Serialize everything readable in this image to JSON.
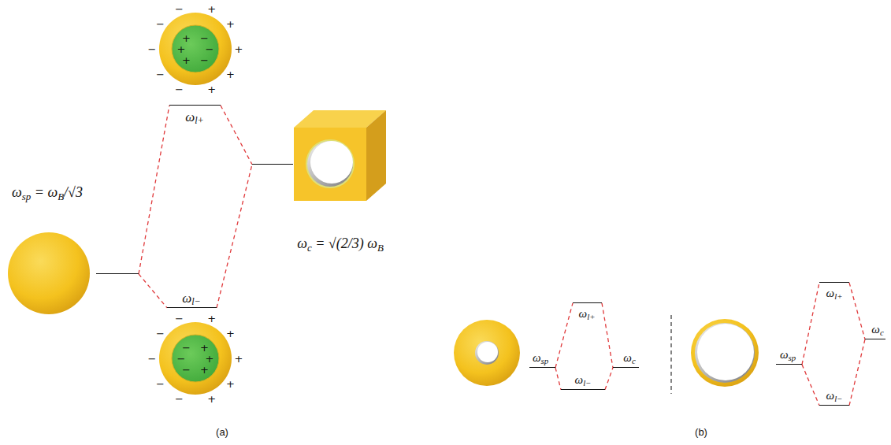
{
  "diagram": {
    "nodes": [
      {
        "text": [
          "ωsp = ωB/√3"
        ]
      },
      {
        "text": [
          "ωl+"
        ]
      },
      {
        "text": [
          "ωl−"
        ]
      },
      {
        "text": [
          "ωc = √(2/3) ωB"
        ]
      },
      {
        "text": [
          "ωsp"
        ]
      },
      {
        "text": [
          "ωl+"
        ]
      },
      {
        "text": [
          "ωl−"
        ]
      },
      {
        "text": [
          "ωc"
        ]
      },
      {
        "text": [
          "ωsp"
        ]
      },
      {
        "text": [
          "ωl+"
        ]
      },
      {
        "text": [
          "ωl−"
        ]
      },
      {
        "text": [
          "ωc"
        ]
      }
    ],
    "edges": [
      {
        "from": 0,
        "to": 1,
        "arrow": "none"
      },
      {
        "from": 0,
        "to": 2,
        "arrow": "none"
      },
      {
        "from": 1,
        "to": 3,
        "arrow": "none"
      },
      {
        "from": 2,
        "to": 3,
        "arrow": "none"
      },
      {
        "from": 4,
        "to": 5,
        "arrow": "none"
      },
      {
        "from": 4,
        "to": 6,
        "arrow": "none"
      },
      {
        "from": 5,
        "to": 7,
        "arrow": "none"
      },
      {
        "from": 6,
        "to": 7,
        "arrow": "none"
      },
      {
        "from": 8,
        "to": 9,
        "arrow": "none"
      },
      {
        "from": 8,
        "to": 10,
        "arrow": "none"
      },
      {
        "from": 9,
        "to": 11,
        "arrow": "none"
      },
      {
        "from": 10,
        "to": 11,
        "arrow": "none"
      }
    ],
    "labels": [
      "(a)",
      "(b)",
      "−",
      "−",
      "−",
      "−",
      "−",
      "+",
      "+",
      "+",
      "+",
      "+",
      "+",
      "+",
      "+",
      "−",
      "−",
      "−",
      "−",
      "−",
      "−",
      "−",
      "−",
      "+",
      "+",
      "+",
      "+",
      "+",
      "−",
      "−",
      "−",
      "+",
      "+",
      "+"
    ]
  }
}
